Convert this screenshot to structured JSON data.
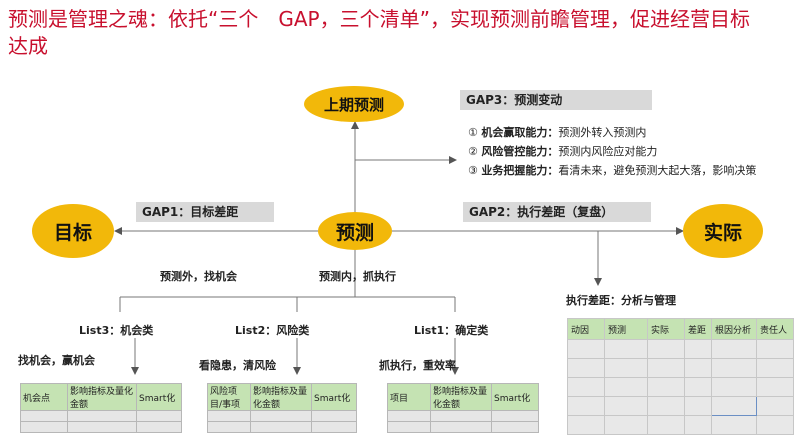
{
  "title": "预测是管理之魂：依托“三个　GAP，三个清单”，实现预测前瞻管理，促进经营目标达成",
  "nodes": {
    "prior": "上期预测",
    "target": "目标",
    "forecast": "预测",
    "actual": "实际"
  },
  "gap1": "GAP1：目标差距",
  "gap2": "GAP2：执行差距（复盘）",
  "gap3": {
    "title": "GAP3：预测变动",
    "items": [
      {
        "num": "①",
        "bold": "机会赢取能力：",
        "text": "预测外转入预测内"
      },
      {
        "num": "②",
        "bold": "风险管控能力：",
        "text": "预测内风险应对能力"
      },
      {
        "num": "③",
        "bold": "业务把握能力：",
        "text": "看清未来，避免预测大起大落，影响决策"
      }
    ]
  },
  "branch": {
    "outside": "预测外，找机会",
    "inside": "预测内，抓执行"
  },
  "lists": {
    "list3": "List3：机会类",
    "list2": "List2：风险类",
    "list1": "List1：确定类"
  },
  "mottos": {
    "m3": "找机会，赢机会",
    "m2": "看隐患，清风险",
    "m1": "抓执行，重效率"
  },
  "tables": {
    "t3": [
      "机会点",
      "影响指标及量化金额",
      "Smart化"
    ],
    "t2": [
      "风险项目/事项",
      "影响指标及量化金额",
      "Smart化"
    ],
    "t1": [
      "项目",
      "影响指标及量化金额",
      "Smart化"
    ]
  },
  "exec_title": "执行差距：分析与管理",
  "exec_table": [
    "动因",
    "预测",
    "实际",
    "差距",
    "根因分析",
    "责任人"
  ]
}
